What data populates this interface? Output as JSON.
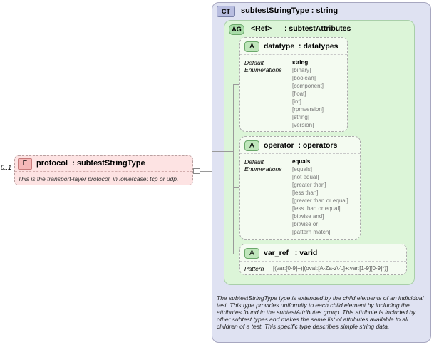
{
  "element": {
    "occurs": "0..1",
    "badge": "E",
    "name": "protocol",
    "type": ": subtestStringType",
    "doc": "This is the transport-layer protocol, in lowercase: tcp or udp."
  },
  "complex_type": {
    "badge": "CT",
    "title": "subtestStringType : string",
    "doc": "The subtestStringType type is extended by the child elements of an individual test.  This type provides uniformity to each child element by including the attributes found in the subtestAttributes group.  This attribute is included by other subtest types and makes the same list of attributes available to all children of a test.  This specific type describes simple string data."
  },
  "attribute_group": {
    "badge": "AG",
    "ref": "<Ref>",
    "type": ": subtestAttributes"
  },
  "attributes": [
    {
      "badge": "A",
      "name": "datatype",
      "type": ": datatypes",
      "labels": [
        "Default",
        "Enumerations"
      ],
      "default": "string",
      "enumerations": [
        "[binary]",
        "[boolean]",
        "[component]",
        "[float]",
        "[int]",
        "[rpmversion]",
        "[string]",
        "[version]"
      ]
    },
    {
      "badge": "A",
      "name": "operator",
      "type": ": operators",
      "labels": [
        "Default",
        "Enumerations"
      ],
      "default": "equals",
      "enumerations": [
        "[equals]",
        "[not equal]",
        "[greater than]",
        "[less than]",
        "[greater than or equal]",
        "[less than or equal]",
        "[bitwise and]",
        "[bitwise or]",
        "[pattern match]"
      ]
    },
    {
      "badge": "A",
      "name": "var_ref",
      "type": ": varid",
      "pattern_label": "Pattern",
      "pattern": "[(var:[0-9]+)|(oval:[A-Za-z\\-\\.]+:var:[1-9][0-9]*)]"
    }
  ]
}
